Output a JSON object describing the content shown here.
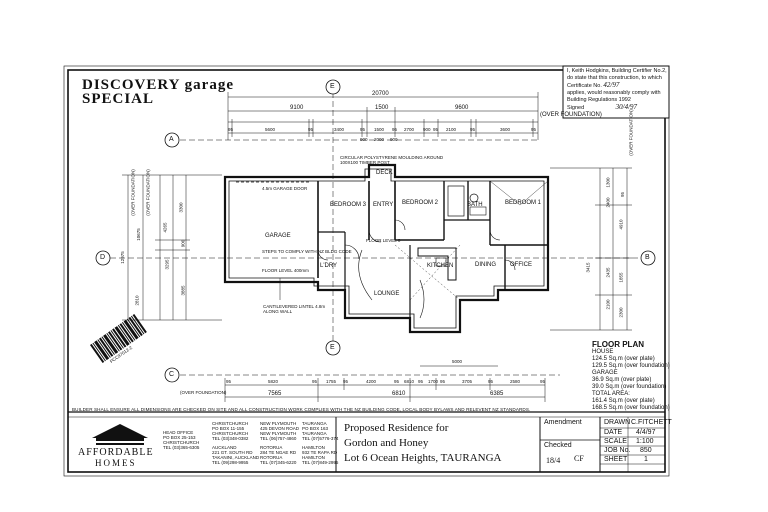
{
  "title": {
    "line1": "DISCOVERY garage",
    "line2": "SPECIAL"
  },
  "certificate": {
    "lines": [
      "I, Keith Hodgkins, Building Certifier No.2,",
      "do state that this construction, to which",
      "Certificate No.",
      "applies, would reasonably comply with",
      "Building Regulations 1992",
      "Signed"
    ],
    "cert_no": "42/97",
    "signed_date": "30/4/97"
  },
  "grid_markers": [
    "A",
    "B",
    "C",
    "D",
    "E",
    "E"
  ],
  "top_dims": {
    "overall": "20700",
    "left": "9100",
    "middle": "1500",
    "right": "9600",
    "seg": [
      "95",
      "5600",
      "95",
      "3400",
      "95",
      "1500",
      "95",
      "2700",
      "900",
      "95",
      "2100",
      "95",
      "3600",
      "95"
    ],
    "over_foundation": "(OVER FOUNDATION)",
    "small": [
      "900",
      "2000",
      "900"
    ]
  },
  "bottom_dims": {
    "seg": [
      "95",
      "5820",
      "95",
      "1755",
      "95",
      "4200",
      "95",
      "6810",
      "95",
      "1700",
      "95",
      "3705",
      "95",
      "2580",
      "95"
    ],
    "total": [
      "7565",
      "6810",
      "6385"
    ],
    "over_foundation": "(OVER FOUNDATION)",
    "deck": "5000"
  },
  "left_dims": [
    "(OVER FOUNDATION)",
    "(OVER FOUNDATION)",
    "3300",
    "4265",
    "900",
    "3295",
    "3885",
    "12975",
    "10675",
    "2810"
  ],
  "right_dims": [
    "(OVER FOUNDATION)",
    "1300",
    "95",
    "2400",
    "3415",
    "4910",
    "2435",
    "2100",
    "1855",
    "2300"
  ],
  "rooms": {
    "bedroom3": "BEDROOM 3",
    "bedroom2": "BEDROOM 2",
    "bedroom1": "BEDROOM 1",
    "entry": "ENTRY",
    "deck": "DECK",
    "bath": "BATH",
    "garage": "GARAGE",
    "lounge": "LOUNGE",
    "kitchen": "KITCHEN",
    "dining": "DINING",
    "office": "OFFICE",
    "ldry": "L'DRY",
    "floor_level": "FLOOR LEVEL 0",
    "garage_floor": "FLOOR LEVEL 400mm",
    "steps_note": "STEPS TO COMPLY WITH NZ BLDG CODE",
    "garage_door": "4.5m GARAGE DOOR",
    "cantilever": "CANTILEVERED LINTEL 4.8m ALONG WALL",
    "polystyrene": "CIRCULAR POLYSTYRENE MOULDING AROUND 100X100 TIMBER POST"
  },
  "floor_plan": {
    "heading": "FLOOR PLAN",
    "house": "HOUSE",
    "house_plate": "124.5 Sq.m (over plate)",
    "house_found": "129.5 Sq.m (over foundation)",
    "garage": "GARAGE",
    "garage_plate": "36.9 Sq.m (over plate)",
    "garage_found": "39.0 Sq.m (over foundation)",
    "total": "TOTAL AREA:",
    "total_plate": "161.4 Sq.m (over plate)",
    "total_found": "168.5 Sq.m (over foundation)"
  },
  "barcode_text": "PCC97012-2",
  "builder_note": "BUILDER SHALL ENSURE ALL DIMENSIONS ARE CHECKED ON SITE AND ALL CONSTRUCTION WORK COMPLIES WITH THE NZ BUILDING CODE, LOCAL BODY BYLAWS AND RELEVENT NZ STANDARDS.",
  "company": {
    "name": "AFFORDABLE",
    "name2": "HOMES",
    "head_office": "HEAD OFFICE",
    "head_addr": "PO BOX 25-153",
    "head_city": "CHRISTCHURCH",
    "head_tel": "TEL (03)365-6305",
    "branches": [
      {
        "city": "CHRISTCHURCH",
        "addr": "PO BOX 11-155",
        "city2": "CHRISTCHURCH",
        "tel": "TEL (03)348-0382"
      },
      {
        "city": "AUCKLAND",
        "addr": "221 GT. SOUTH RD",
        "city2": "TAKANINI, AUCKLAND",
        "tel": "TEL (09)298-9955"
      },
      {
        "city": "NEW PLYMOUTH",
        "addr": "425 DEVON ROAD",
        "city2": "NEW PLYMOUTH",
        "tel": "TEL (06)757-4860"
      },
      {
        "city": "ROTORUA",
        "addr": "284 TE NGAE RD",
        "city2": "ROTORUA",
        "tel": "TEL (07)345-6220"
      },
      {
        "city": "TAURANGA",
        "addr": "PO BOX 163",
        "city2": "TAURANGA",
        "tel": "TEL (07)5776-374"
      },
      {
        "city": "HAMILTON",
        "addr": "932 TE RAPA RD",
        "city2": "HAMILTON",
        "tel": "TEL (07)849-2995"
      }
    ]
  },
  "project": {
    "line1": "Proposed Residence for",
    "line2": "Gordon and Honey",
    "line3": "Lot 6 Ocean Heights, TAURANGA"
  },
  "amendment_label": "Amendment",
  "checked": {
    "label": "Checked",
    "date": "18/4",
    "initials": "CF"
  },
  "drawn": {
    "drawn_label": "DRAWN",
    "drawn_val": "C.FITCHETT",
    "date_label": "DATE",
    "date_val": "4/4/97",
    "scale_label": "SCALE",
    "scale_val": "1:100",
    "job_label": "JOB No.",
    "job_val": "850",
    "sheet_label": "SHEET",
    "sheet_val": "1"
  }
}
